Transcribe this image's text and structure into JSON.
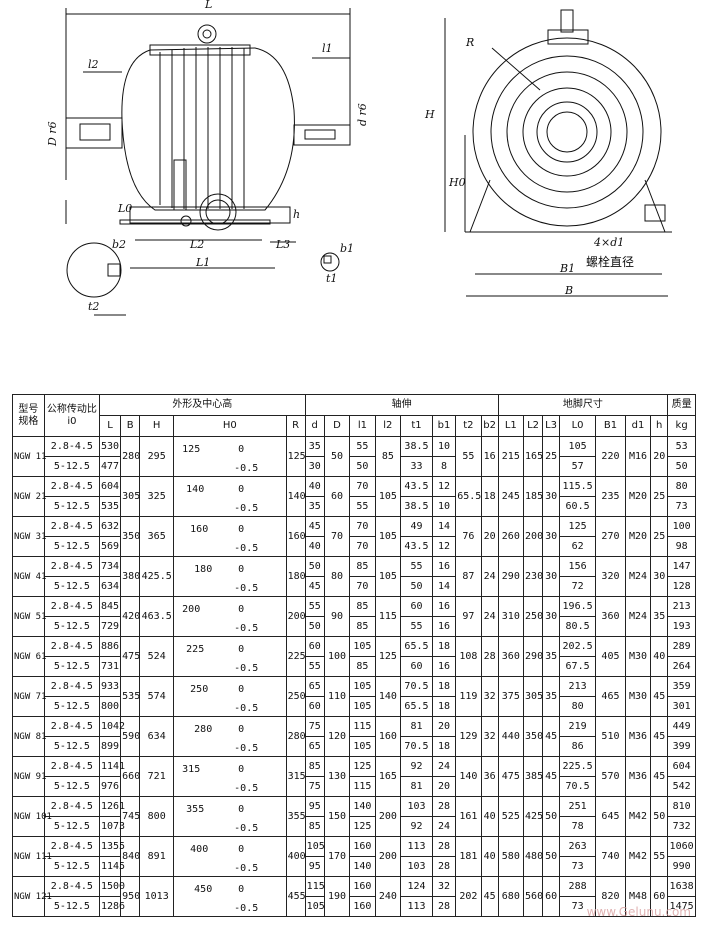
{
  "drawing": {
    "labels": {
      "L": "L",
      "l2": "l2",
      "l1": "l1",
      "Dr6": "D r6",
      "dr6": "d r6",
      "L0": "L0",
      "L2": "L2",
      "L1": "L1",
      "L3": "L3",
      "h": "h",
      "b2": "b2",
      "t2": "t2",
      "b1": "b1",
      "t1": "t1",
      "R": "R",
      "H": "H",
      "H0": "H0",
      "bolt": "4×d1",
      "bolt_note": "螺栓直径",
      "B1": "B1",
      "B": "B"
    }
  },
  "table": {
    "group_headers": [
      "型号规格",
      "公称传动比i0",
      "外形及中心高",
      "轴伸",
      "地脚尺寸",
      "质量"
    ],
    "col_headers": [
      "L",
      "B",
      "H",
      "H0",
      "R",
      "d",
      "D",
      "l1",
      "l2",
      "t1",
      "b1",
      "t2",
      "b2",
      "L1",
      "L2",
      "L3",
      "L0",
      "B1",
      "d1",
      "h",
      "kg"
    ],
    "tol_upper": "0",
    "tol_lower": "-0.5",
    "rows": [
      {
        "model": "NGW 11",
        "ratios": [
          "2.8-4.5",
          "5-12.5"
        ],
        "L": [
          "530",
          "477"
        ],
        "B": "280",
        "H": "295",
        "H0": "125",
        "R": "125",
        "d": [
          "35",
          "30"
        ],
        "D": "50",
        "l1": [
          "55",
          "50"
        ],
        "l2": "85",
        "t1": [
          "38.5",
          "33"
        ],
        "b1": [
          "10",
          "8"
        ],
        "t2": "55",
        "b2": "16",
        "L1": "215",
        "L2": "165",
        "L3": "25",
        "L0": [
          "105",
          "57"
        ],
        "B1": "220",
        "d1": "M16",
        "h": "20",
        "kg": [
          "53",
          "50"
        ]
      },
      {
        "model": "NGW 21",
        "ratios": [
          "2.8-4.5",
          "5-12.5"
        ],
        "L": [
          "604",
          "535"
        ],
        "B": "305",
        "H": "325",
        "H0": "140",
        "R": "140",
        "d": [
          "40",
          "35"
        ],
        "D": "60",
        "l1": [
          "70",
          "55"
        ],
        "l2": "105",
        "t1": [
          "43.5",
          "38.5"
        ],
        "b1": [
          "12",
          "10"
        ],
        "t2": "65.5",
        "b2": "18",
        "L1": "245",
        "L2": "185",
        "L3": "30",
        "L0": [
          "115.5",
          "60.5"
        ],
        "B1": "235",
        "d1": "M20",
        "h": "25",
        "kg": [
          "80",
          "73"
        ]
      },
      {
        "model": "NGW 31",
        "ratios": [
          "2.8-4.5",
          "5-12.5"
        ],
        "L": [
          "632",
          "569"
        ],
        "B": "350",
        "H": "365",
        "H0": "160",
        "R": "160",
        "d": [
          "45",
          "40"
        ],
        "D": "70",
        "l1": [
          "70",
          "70"
        ],
        "l2": "105",
        "t1": [
          "49",
          "43.5"
        ],
        "b1": [
          "14",
          "12"
        ],
        "t2": "76",
        "b2": "20",
        "L1": "260",
        "L2": "200",
        "L3": "30",
        "L0": [
          "125",
          "62"
        ],
        "B1": "270",
        "d1": "M20",
        "h": "25",
        "kg": [
          "100",
          "98"
        ]
      },
      {
        "model": "NGW 41",
        "ratios": [
          "2.8-4.5",
          "5-12.5"
        ],
        "L": [
          "734",
          "634"
        ],
        "B": "380",
        "H": "425.5",
        "H0": "180",
        "R": "180",
        "d": [
          "50",
          "45"
        ],
        "D": "80",
        "l1": [
          "85",
          "70"
        ],
        "l2": "105",
        "t1": [
          "55",
          "50"
        ],
        "b1": [
          "16",
          "14"
        ],
        "t2": "87",
        "b2": "24",
        "L1": "290",
        "L2": "230",
        "L3": "30",
        "L0": [
          "156",
          "72"
        ],
        "B1": "320",
        "d1": "M24",
        "h": "30",
        "kg": [
          "147",
          "128"
        ]
      },
      {
        "model": "NGW 51",
        "ratios": [
          "2.8-4.5",
          "5-12.5"
        ],
        "L": [
          "845",
          "729"
        ],
        "B": "420",
        "H": "463.5",
        "H0": "200",
        "R": "200",
        "d": [
          "55",
          "50"
        ],
        "D": "90",
        "l1": [
          "85",
          "85"
        ],
        "l2": "115",
        "t1": [
          "60",
          "55"
        ],
        "b1": [
          "16",
          "16"
        ],
        "t2": "97",
        "b2": "24",
        "L1": "310",
        "L2": "250",
        "L3": "30",
        "L0": [
          "196.5",
          "80.5"
        ],
        "B1": "360",
        "d1": "M24",
        "h": "35",
        "kg": [
          "213",
          "193"
        ]
      },
      {
        "model": "NGW 61",
        "ratios": [
          "2.8-4.5",
          "5-12.5"
        ],
        "L": [
          "886",
          "731"
        ],
        "B": "475",
        "H": "524",
        "H0": "225",
        "R": "225",
        "d": [
          "60",
          "55"
        ],
        "D": "100",
        "l1": [
          "105",
          "85"
        ],
        "l2": "125",
        "t1": [
          "65.5",
          "60"
        ],
        "b1": [
          "18",
          "16"
        ],
        "t2": "108",
        "b2": "28",
        "L1": "360",
        "L2": "290",
        "L3": "35",
        "L0": [
          "202.5",
          "67.5"
        ],
        "B1": "405",
        "d1": "M30",
        "h": "40",
        "kg": [
          "289",
          "264"
        ]
      },
      {
        "model": "NGW 71",
        "ratios": [
          "2.8-4.5",
          "5-12.5"
        ],
        "L": [
          "933",
          "800"
        ],
        "B": "535",
        "H": "574",
        "H0": "250",
        "R": "250",
        "d": [
          "65",
          "60"
        ],
        "D": "110",
        "l1": [
          "105",
          "105"
        ],
        "l2": "140",
        "t1": [
          "70.5",
          "65.5"
        ],
        "b1": [
          "18",
          "18"
        ],
        "t2": "119",
        "b2": "32",
        "L1": "375",
        "L2": "305",
        "L3": "35",
        "L0": [
          "213",
          "80"
        ],
        "B1": "465",
        "d1": "M30",
        "h": "45",
        "kg": [
          "359",
          "301"
        ]
      },
      {
        "model": "NGW 81",
        "ratios": [
          "2.8-4.5",
          "5-12.5"
        ],
        "L": [
          "1042",
          "899"
        ],
        "B": "590",
        "H": "634",
        "H0": "280",
        "R": "280",
        "d": [
          "75",
          "65"
        ],
        "D": "120",
        "l1": [
          "115",
          "105"
        ],
        "l2": "160",
        "t1": [
          "81",
          "70.5"
        ],
        "b1": [
          "20",
          "18"
        ],
        "t2": "129",
        "b2": "32",
        "L1": "440",
        "L2": "350",
        "L3": "45",
        "L0": [
          "219",
          "86"
        ],
        "B1": "510",
        "d1": "M36",
        "h": "45",
        "kg": [
          "449",
          "399"
        ]
      },
      {
        "model": "NGW 91",
        "ratios": [
          "2.8-4.5",
          "5-12.5"
        ],
        "L": [
          "1141",
          "976"
        ],
        "B": "660",
        "H": "721",
        "H0": "315",
        "R": "315",
        "d": [
          "85",
          "75"
        ],
        "D": "130",
        "l1": [
          "125",
          "115"
        ],
        "l2": "165",
        "t1": [
          "92",
          "81"
        ],
        "b1": [
          "24",
          "20"
        ],
        "t2": "140",
        "b2": "36",
        "L1": "475",
        "L2": "385",
        "L3": "45",
        "L0": [
          "225.5",
          "70.5"
        ],
        "B1": "570",
        "d1": "M36",
        "h": "45",
        "kg": [
          "604",
          "542"
        ]
      },
      {
        "model": "NGW 101",
        "ratios": [
          "2.8-4.5",
          "5-12.5"
        ],
        "L": [
          "1261",
          "1073"
        ],
        "B": "745",
        "H": "800",
        "H0": "355",
        "R": "355",
        "d": [
          "95",
          "85"
        ],
        "D": "150",
        "l1": [
          "140",
          "125"
        ],
        "l2": "200",
        "t1": [
          "103",
          "92"
        ],
        "b1": [
          "28",
          "24"
        ],
        "t2": "161",
        "b2": "40",
        "L1": "525",
        "L2": "425",
        "L3": "50",
        "L0": [
          "251",
          "78"
        ],
        "B1": "645",
        "d1": "M42",
        "h": "50",
        "kg": [
          "810",
          "732"
        ]
      },
      {
        "model": "NGW 111",
        "ratios": [
          "2.8-4.5",
          "5-12.5"
        ],
        "L": [
          "1355",
          "1145"
        ],
        "B": "840",
        "H": "891",
        "H0": "400",
        "R": "400",
        "d": [
          "105",
          "95"
        ],
        "D": "170",
        "l1": [
          "160",
          "140"
        ],
        "l2": "200",
        "t1": [
          "113",
          "103"
        ],
        "b1": [
          "28",
          "28"
        ],
        "t2": "181",
        "b2": "40",
        "L1": "580",
        "L2": "480",
        "L3": "50",
        "L0": [
          "263",
          "73"
        ],
        "B1": "740",
        "d1": "M42",
        "h": "55",
        "kg": [
          "1060",
          "990"
        ]
      },
      {
        "model": "NGW 121",
        "ratios": [
          "2.8-4.5",
          "5-12.5"
        ],
        "L": [
          "1500",
          "1286"
        ],
        "B": "950",
        "H": "1013",
        "H0": "450",
        "R": "455",
        "d": [
          "115",
          "105"
        ],
        "D": "190",
        "l1": [
          "160",
          "160"
        ],
        "l2": "240",
        "t1": [
          "124",
          "113"
        ],
        "b1": [
          "32",
          "28"
        ],
        "t2": "202",
        "b2": "45",
        "L1": "680",
        "L2": "560",
        "L3": "60",
        "L0": [
          "288",
          "73"
        ],
        "B1": "820",
        "d1": "M48",
        "h": "60",
        "kg": [
          "1638",
          "1475"
        ]
      }
    ]
  },
  "watermark": "www.Gelunu.com"
}
